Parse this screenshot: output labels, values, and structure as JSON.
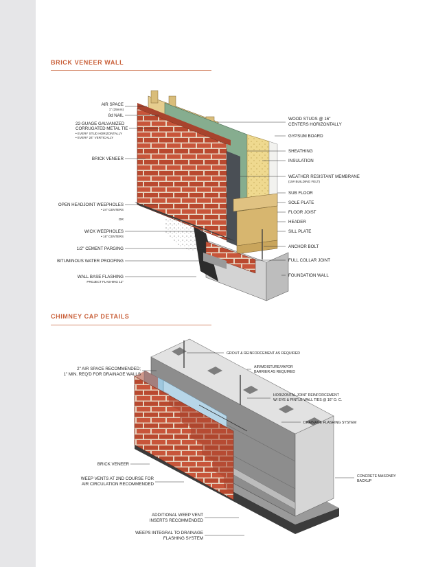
{
  "sections": {
    "brick_veneer": {
      "title": "BRICK VENEER WALL"
    },
    "chimney_cap": {
      "title": "CHIMNEY CAP DETAILS"
    }
  },
  "labels_top": {
    "air_space": "AIR SPACE",
    "air_space_sub": "1\" (25mm)",
    "nail": "8d NAIL",
    "tie_1": "22-GUAGE GALVANIZED",
    "tie_2": "CORRUGATED METAL TIE",
    "tie_sub1": "• EVERY STUD HORIZONTALLY",
    "tie_sub2": "• EVERY 24\" VERTICALLY",
    "brick_veneer": "BRICK VENEER",
    "weep_open": "OPEN HEADJOINT WEEPHOLES",
    "weep_open_sub": "• 24\" CENTERS",
    "or": "OR",
    "wick": "WICK WEEPHOLES",
    "wick_sub": "• 16\" CENTERS",
    "parging": "1/2\" CEMENT PARGING",
    "bitum": "BITUMINOUS WATER PROOFING",
    "base_flash": "WALL BASE FLASHING",
    "base_flash_sub": "PROJECT FLASHING 12\"",
    "studs_1": "WOOD STUDS @ 16\"",
    "studs_2": "CENTERS HORIZONTALLY",
    "gypsum": "GYPSUM BOARD",
    "sheathing": "SHEATHING",
    "insulation": "INSULATION",
    "membrane": "WEATHER RESISTANT MEMBRANE",
    "membrane_sub": "(15# BUILDING FELT)",
    "subfloor": "SUB FLOOR",
    "sole": "SOLE PLATE",
    "joist": "FLOOR JOIST",
    "header": "HEADER",
    "sill": "SILL PLATE",
    "anchor": "ANCHOR BOLT",
    "collar": "FULL COLLAR JOINT",
    "foundation": "FOUNDATION WALL"
  },
  "labels_bottom": {
    "grout": "GROUT & REINFORCEMENT AS REQUIRED",
    "air_1": "2\" AIR SPACE RECOMMENDED;",
    "air_2": "1\" MIN. REQ'D FOR DRAINAGE WALLS",
    "barrier_1": "AIR/MOISTURE/VAPOR",
    "barrier_2": "BARRIER AS REQUIRED",
    "hjr_1": "HORIZONTAL JOINT REINFORCEMENT",
    "hjr_2": "W/ EYE & PINTLE WALL TIES @ 16\" O. C.",
    "drain_flash": "DRAINAGE FLASHING SYSTEM",
    "brick_veneer": "BRICK VENEER",
    "weep_1": "WEEP VENTS AT 2ND COURSE FOR",
    "weep_2": "AIR CIRCULATION RECOMMENDED",
    "cmu_1": "CONCRETE MASONRY",
    "cmu_2": "BACKUP",
    "add_weep_1": "ADDITIONAL WEEP VENT",
    "add_weep_2": "INSERTS RECOMMENDED",
    "weeps_int_1": "WEEPS INTEGRAL TO DRAINAGE",
    "weeps_int_2": "FLASHING SYSTEM"
  },
  "colors": {
    "accent": "#c9603a",
    "brick": "#c8553a",
    "brick_dark": "#8e3524",
    "mortar": "#e8d9c8",
    "wood": "#e2c98a",
    "sheathing": "#7fa88a",
    "membrane": "#4a4f55",
    "concrete": "#cfcfcf",
    "blue_barrier": "#9fc7de"
  }
}
